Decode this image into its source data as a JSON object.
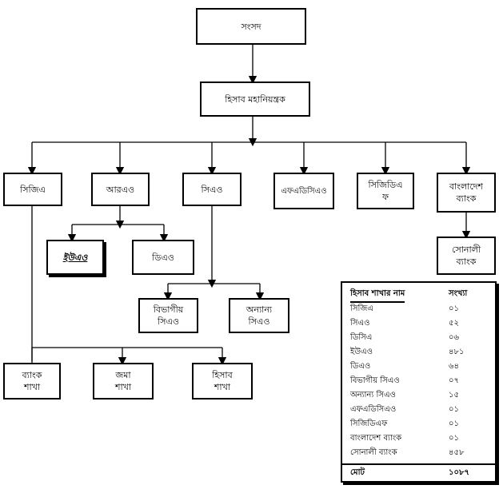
{
  "nodes": {
    "parliament": "সংসদ",
    "cga": "হিসাব মহানিয়ন্ত্রক",
    "cgaf": "সিজিএ",
    "rao": "আরএও",
    "cao": "সিএও",
    "fasao": "এফএডিসিএও",
    "cgdf": "সিজিডিএ\nফ",
    "bb": "বাংলাদেশ\nব্যাংক",
    "sonali": "সোনালী\nব্যাংক",
    "uao": "ইউএও",
    "dao": "ডিএও",
    "div_cao": "বিভাগীয়\nসিএও",
    "other_cao": "অন্যান্য\nসিএও",
    "bank_branch": "ব্যাংক\nশাখা",
    "deposit_branch": "জমা\nশাখা",
    "accounts_branch": "হিসাব\nশাখা"
  },
  "summary": {
    "header_name": "হিসাব শাখার নাম",
    "header_count": "সংখ্যা",
    "rows": [
      {
        "name": "সিজিএ",
        "count": "০১"
      },
      {
        "name": "সিএও",
        "count": "৫২"
      },
      {
        "name": "ডিসিএ",
        "count": "০৬"
      },
      {
        "name": "ইউএও",
        "count": "৪৮১"
      },
      {
        "name": "ডিএও",
        "count": "৬৪"
      },
      {
        "name": "বিভাগীয় সিএও",
        "count": "০৭"
      },
      {
        "name": "অন্যান্য সিএও",
        "count": "১৫"
      },
      {
        "name": "এফএডিসিএও",
        "count": "০১"
      },
      {
        "name": "সিজিডিএফ",
        "count": "০১"
      },
      {
        "name": "বাংলাদেশ ব্যাংক",
        "count": "০১"
      },
      {
        "name": "সোনালী ব্যাংক",
        "count": "৪৫৮"
      }
    ],
    "total_name": "মোট",
    "total_count": "১০৮৭"
  }
}
